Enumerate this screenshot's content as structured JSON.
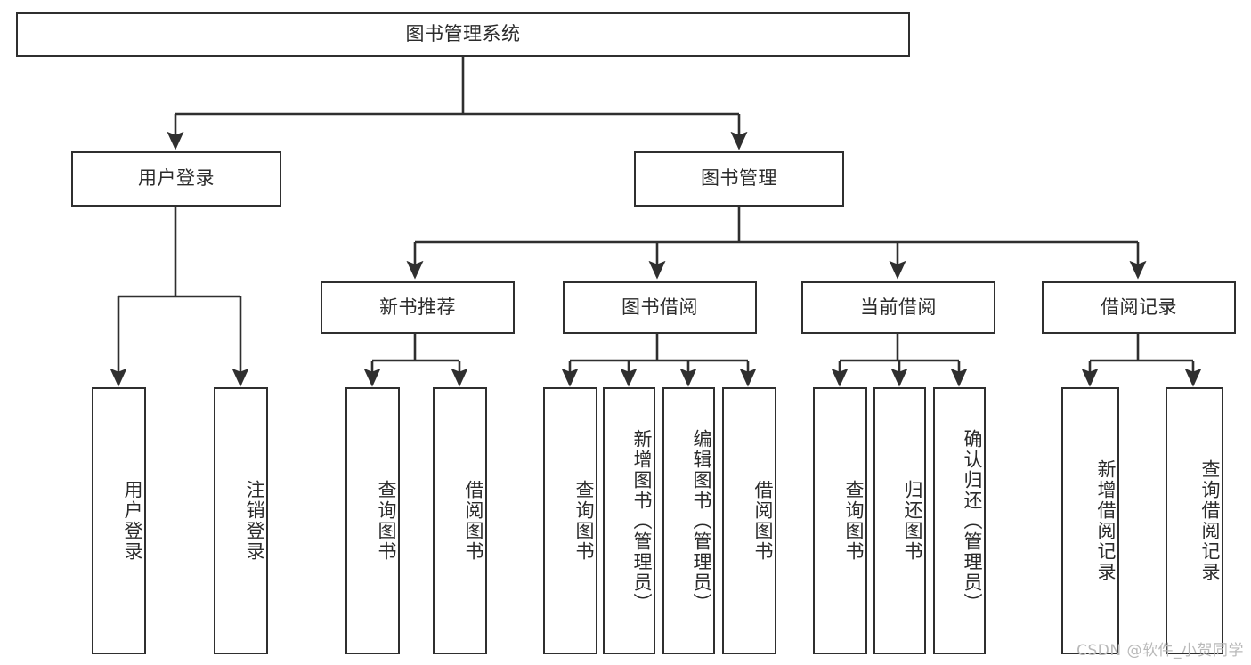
{
  "diagram": {
    "type": "tree-hierarchy",
    "title_node": {
      "id": "root",
      "label": "图书管理系统"
    },
    "level2": [
      {
        "id": "user-login",
        "label": "用户登录"
      },
      {
        "id": "book-manage",
        "label": "图书管理"
      }
    ],
    "level3": [
      {
        "id": "new-book-recommend",
        "label": "新书推荐",
        "parent": "book-manage"
      },
      {
        "id": "book-borrow",
        "label": "图书借阅",
        "parent": "book-manage"
      },
      {
        "id": "current-borrow",
        "label": "当前借阅",
        "parent": "book-manage"
      },
      {
        "id": "borrow-record",
        "label": "借阅记录",
        "parent": "book-manage"
      }
    ],
    "leaves": [
      {
        "id": "leaf-user-login",
        "label": "用户登录",
        "parent": "user-login"
      },
      {
        "id": "leaf-logout-login",
        "label": "注销登录",
        "parent": "user-login"
      },
      {
        "id": "leaf-query-book-1",
        "label": "查询图书",
        "parent": "new-book-recommend"
      },
      {
        "id": "leaf-borrow-book-1",
        "label": "借阅图书",
        "parent": "new-book-recommend"
      },
      {
        "id": "leaf-query-book-2",
        "label": "查询图书",
        "parent": "book-borrow"
      },
      {
        "id": "leaf-add-book",
        "label": "新增图书（管理员）",
        "parent": "book-borrow"
      },
      {
        "id": "leaf-edit-book",
        "label": "编辑图书（管理员）",
        "parent": "book-borrow"
      },
      {
        "id": "leaf-borrow-book-2",
        "label": "借阅图书",
        "parent": "book-borrow"
      },
      {
        "id": "leaf-query-book-3",
        "label": "查询图书",
        "parent": "current-borrow"
      },
      {
        "id": "leaf-return-book",
        "label": "归还图书",
        "parent": "current-borrow"
      },
      {
        "id": "leaf-confirm-return",
        "label": "确认归还（管理员）",
        "parent": "current-borrow"
      },
      {
        "id": "leaf-add-record",
        "label": "新增借阅记录",
        "parent": "borrow-record"
      },
      {
        "id": "leaf-query-record",
        "label": "查询借阅记录",
        "parent": "borrow-record"
      }
    ],
    "colors": {
      "box_stroke": "#2f2f2f",
      "box_fill": "#ffffff",
      "edge_stroke": "#2f2f2f",
      "text": "#2b2b2b",
      "watermark": "#b9b9b9",
      "background": "#ffffff"
    }
  },
  "watermark": {
    "text": "CSDN @软件_小贺同学"
  }
}
